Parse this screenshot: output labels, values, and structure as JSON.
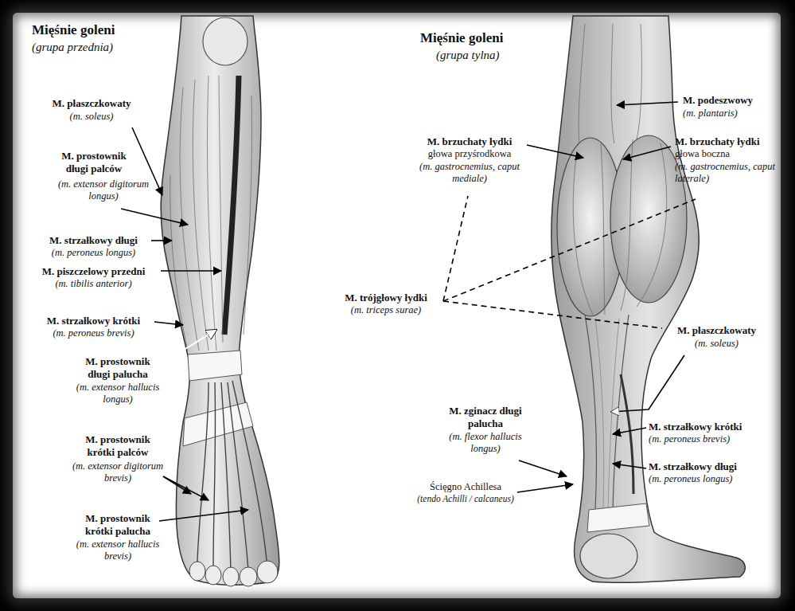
{
  "diagram": {
    "labels": [
      "Mięśnie goleni",
      "(grupa przednia)",
      "M. płaszczkowaty",
      "(m. soleus)",
      "M. prostownik długi palców",
      "(m. extensor digitorum longus)",
      "M. strzałkowy długi",
      "(m. peroneus longus)",
      "M. piszczelowy przedni",
      "(m. tibilis anterior)",
      "M. strzałkowy krótki",
      "(m. peroneus brevis)",
      "M. prostownik długi palucha",
      "(m. extensor hallucis longus)",
      "M. prostownik krótki palców",
      "(m. extensor digitorum brevis)",
      "M. prostownik krótki palucha",
      "(m. extensor hallucis brevis)",
      "Mięśnie goleni",
      "(grupa tylna)",
      "M. podeszwowy",
      "(m. plantaris)",
      "M. brzuchaty łydki",
      "głowa przyśrodkowa",
      "(m. gastrocnemius, caput mediale)",
      "M. brzuchaty łydki",
      "głowa boczna",
      "(m. gastrocnemius, caput laterale)",
      "M. trójgłowy łydki",
      "(m. triceps surae)",
      "M. płaszczkowaty",
      "(m. soleus)",
      "M. zginacz długi palucha",
      "(m. flexor hallucis longus)",
      "M. strzałkowy krótki",
      "(m. peroneus brevis)",
      "M. strzałkowy długi",
      "(m. peroneus longus)",
      "Ścięgno Achillesa",
      "(tendo Achilli / calcaneus)"
    ]
  }
}
